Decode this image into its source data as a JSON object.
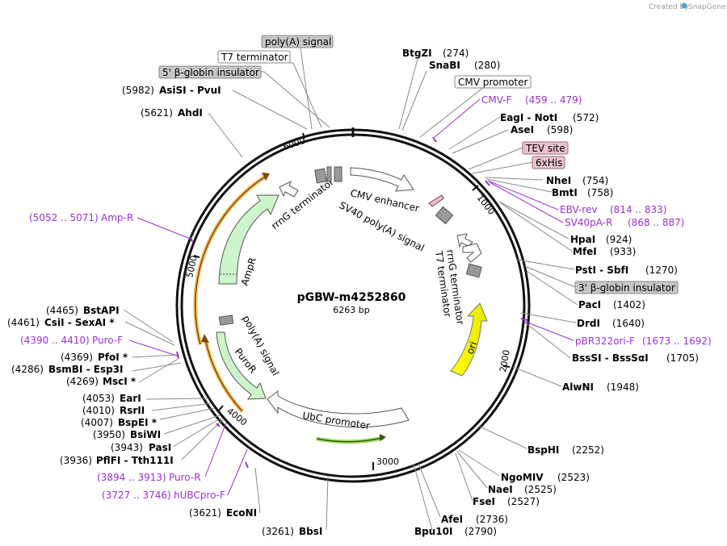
{
  "credit": {
    "prefix": "Created by",
    "brand": "SnapGene"
  },
  "plasmid": {
    "name": "pGBW-m4252860",
    "size": "6263 bp"
  },
  "ticks": [
    "1000",
    "2000",
    "3000",
    "4000",
    "5000",
    "6000"
  ],
  "features": {
    "cmv_enhancer": "CMV enhancer",
    "sv40": "SV40 poly(A) signal",
    "rrnG1": "rrnG terminator",
    "rrnG2": "rrnG terminator",
    "t7term": "T7 terminator",
    "ori": "ori",
    "ubc": "UbC promoter",
    "puroR": "PuroR",
    "polyA": "poly(A) signal",
    "ampR": "AmpR"
  },
  "boxes": {
    "polyA": "poly(A) signal",
    "t7": "T7 terminator",
    "globin5": "5' β-globin insulator",
    "cmv": "CMV promoter",
    "tev": "TEV site",
    "his": "6xHis",
    "globin3": "3' β-globin insulator"
  },
  "sites": {
    "btgzi": {
      "name": "BtgZI",
      "pos": "(274)"
    },
    "snabi": {
      "name": "SnaBI",
      "pos": "(280)"
    },
    "eagi": {
      "name": "EagI  -  NotI",
      "pos": "(572)"
    },
    "asei": {
      "name": "AseI",
      "pos": "(598)"
    },
    "nhei": {
      "name": "NheI",
      "pos": "(754)"
    },
    "bmti": {
      "name": "BmtI",
      "pos": "(758)"
    },
    "hpai": {
      "name": "HpaI",
      "pos": "(924)"
    },
    "mfei": {
      "name": "MfeI",
      "pos": "(933)"
    },
    "psti": {
      "name": "PstI  -  SbfI",
      "pos": "(1270)"
    },
    "paci": {
      "name": "PacI",
      "pos": "(1402)"
    },
    "drdi": {
      "name": "DrdI",
      "pos": "(1640)"
    },
    "bsssi": {
      "name": "BssSI  -  BssSαI",
      "pos": "(1705)"
    },
    "alwni": {
      "name": "AlwNI",
      "pos": "(1948)"
    },
    "bsphi": {
      "name": "BspHI",
      "pos": "(2252)"
    },
    "ngomiv": {
      "name": "NgoMIV",
      "pos": "(2523)"
    },
    "naei": {
      "name": "NaeI",
      "pos": "(2525)"
    },
    "fsei": {
      "name": "FseI",
      "pos": "(2527)"
    },
    "afei": {
      "name": "AfeI",
      "pos": "(2736)"
    },
    "bpu10i": {
      "name": "Bpu10I",
      "pos": "(2790)"
    },
    "bbsi": {
      "name": "BbsI",
      "pos": "(3261)"
    },
    "econi": {
      "name": "EcoNI",
      "pos": "(3621)"
    },
    "pflfi": {
      "name": "PflFI  -  Tth111I",
      "pos": "(3936)"
    },
    "pasi": {
      "name": "PasI",
      "pos": "(3943)"
    },
    "bsiwi": {
      "name": "BsiWI",
      "pos": "(3950)"
    },
    "bspei": {
      "name": "BspEI *",
      "pos": "(4007)"
    },
    "rsrii": {
      "name": "RsrII",
      "pos": "(4010)"
    },
    "eari": {
      "name": "EarI",
      "pos": "(4053)"
    },
    "msci": {
      "name": "MscI *",
      "pos": "(4269)"
    },
    "bsmbi": {
      "name": "BsmBI  -  Esp3I",
      "pos": "(4286)"
    },
    "pfoi": {
      "name": "PfoI *",
      "pos": "(4369)"
    },
    "csii": {
      "name": "CsiI  -  SexAI *",
      "pos": "(4461)"
    },
    "bstapi": {
      "name": "BstAPI",
      "pos": "(4465)"
    },
    "ahdi": {
      "name": "AhdI",
      "pos": "(5621)"
    },
    "asisi": {
      "name": "AsiSI  -  PvuI",
      "pos": "(5982)"
    }
  },
  "primers": {
    "cmvf": {
      "name": "CMV-F",
      "range": "(459 .. 479)"
    },
    "ebvrev": {
      "name": "EBV-rev",
      "range": "(814 .. 833)"
    },
    "sv40pa": {
      "name": "SV40pA-R",
      "range": "(868 .. 887)"
    },
    "pbr322": {
      "name": "pBR322ori-F",
      "range": "(1673 .. 1692)"
    },
    "puror": {
      "name": "Puro-R",
      "range": "(3894 .. 3913)"
    },
    "hubc": {
      "name": "hUBCpro-F",
      "range": "(3727 .. 3746)"
    },
    "purof": {
      "name": "Puro-F",
      "range": "(4390 .. 4410)"
    },
    "ampr": {
      "name": "Amp-R",
      "range": "(5052 .. 5071)"
    }
  },
  "colors": {
    "primer": "#9b30d9",
    "ori": "#ffff00",
    "resistance": "#ccf5cc",
    "orange_arc": "#f5a623",
    "green_arc": "#7ed321"
  }
}
